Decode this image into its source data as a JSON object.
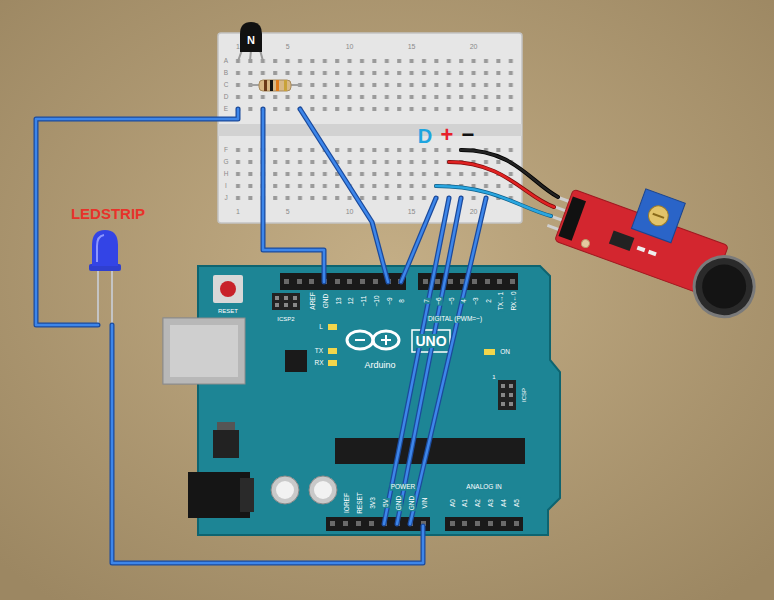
{
  "diagram": {
    "nodes": [
      {
        "text": [
          "UNO",
          "Arduino"
        ]
      }
    ],
    "labels": [
      "LEDSTRIP",
      "D",
      "+",
      "−",
      "N",
      "1",
      "5",
      "10",
      "15",
      "20",
      "1",
      "5",
      "10",
      "15",
      "20",
      "A",
      "B",
      "C",
      "D",
      "E",
      "F",
      "G",
      "H",
      "I",
      "J",
      "RESET",
      "ICSP2",
      "L",
      "TX",
      "RX",
      "ON",
      "ICSP",
      "1",
      "AREF",
      "GND",
      "13",
      "12",
      "~11",
      "~10",
      "~9",
      "8",
      "7",
      "~6",
      "~5",
      "4",
      "~3",
      "2",
      "TX→1",
      "RX←0",
      "DIGITAL (PWM=~)",
      "IOREF",
      "RESET",
      "3V3",
      "5V",
      "GND",
      "GND",
      "VIN",
      "POWER",
      "A0",
      "A1",
      "A2",
      "A3",
      "A4",
      "A5",
      "ANALOG IN"
    ]
  }
}
